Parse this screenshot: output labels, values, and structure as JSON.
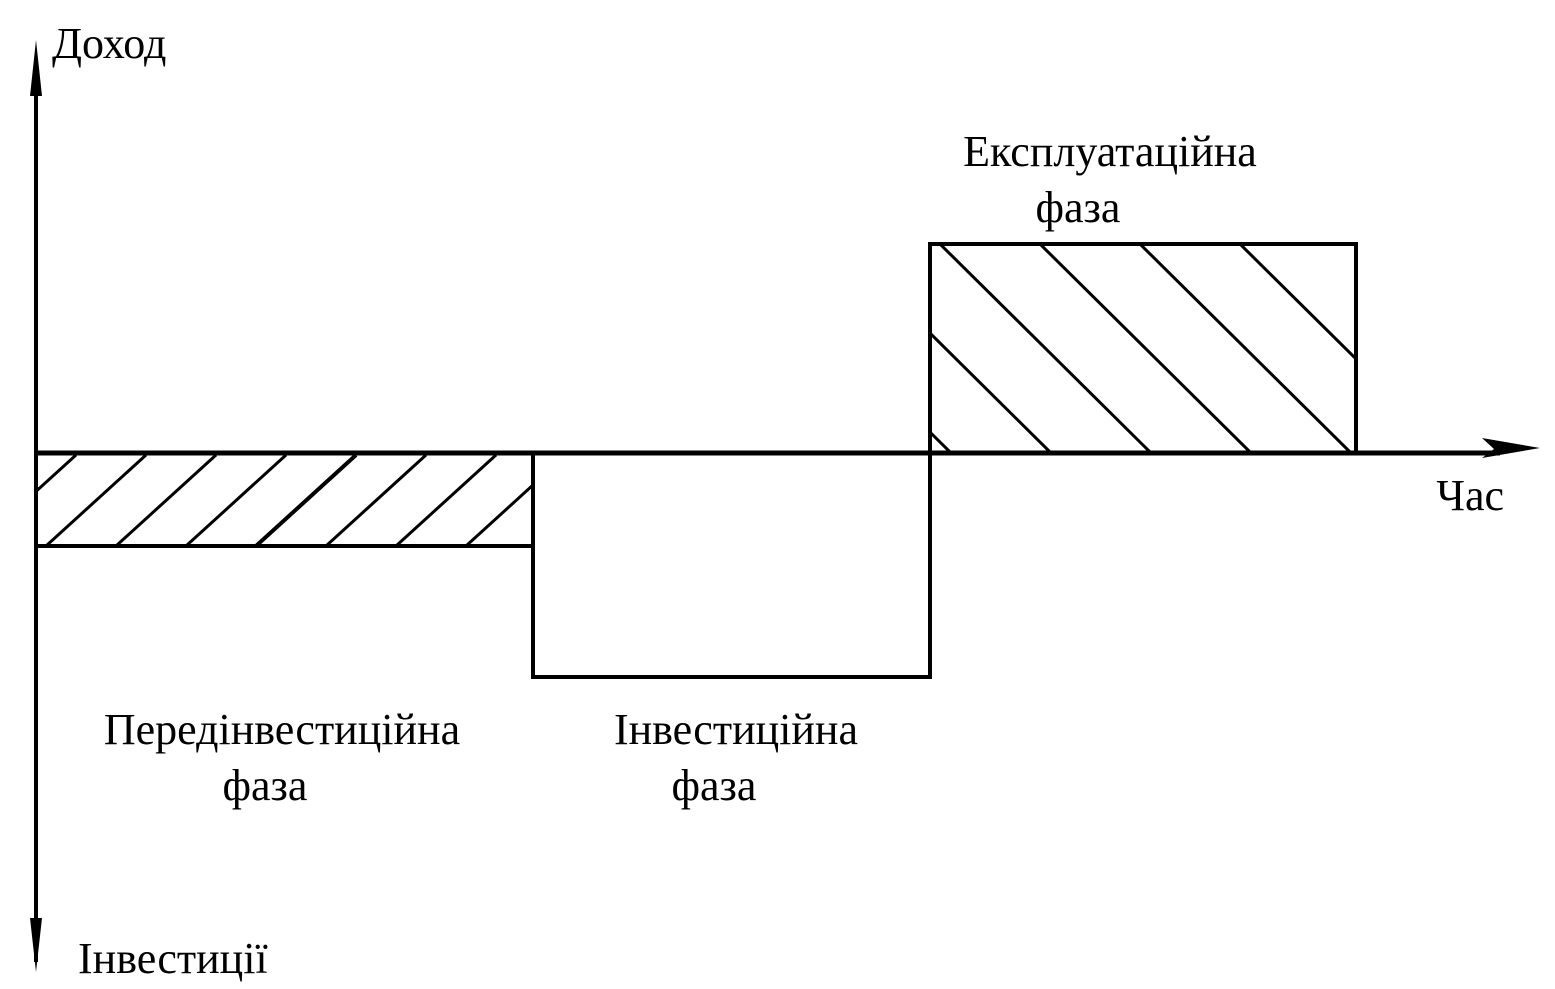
{
  "axes": {
    "y_positive_label": "Доход",
    "y_negative_label": "Інвестиції",
    "x_label": "Час"
  },
  "phases": {
    "pre_investment": {
      "line1": "Передінвестиційна",
      "line2": "фаза"
    },
    "investment": {
      "line1": "Інвестиційна",
      "line2": "фаза"
    },
    "operational": {
      "line1": "Експлуатаційна",
      "line2": "фаза"
    }
  },
  "colors": {
    "ink": "#000000",
    "background": "#ffffff"
  }
}
